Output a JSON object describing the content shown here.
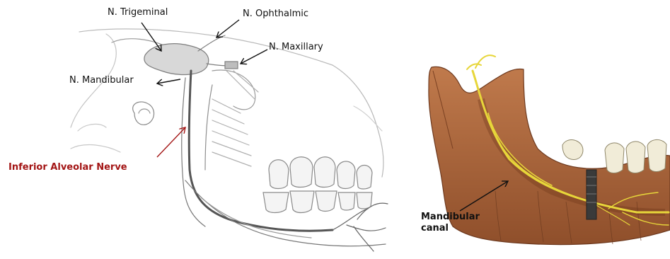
{
  "left_figure": {
    "labels": {
      "trigeminal": "N. Trigeminal",
      "ophthalmic": "N. Ophthalmic",
      "maxillary": "N. Maxillary",
      "mandibular": "N. Mandibular",
      "inferior_alveolar": "Inferior Alveolar Nerve"
    },
    "colors": {
      "highlight_label": "#a31515",
      "line_art": "#8a8a8a"
    }
  },
  "right_figure": {
    "labels": {
      "canal_line1": "Mandibular",
      "canal_line2": "canal"
    },
    "colors": {
      "bone": "#a8623a",
      "nerve": "#e7d63a"
    }
  }
}
